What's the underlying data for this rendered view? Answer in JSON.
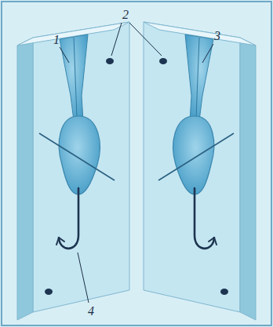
{
  "diagram": {
    "labels": [
      "1",
      "2",
      "3",
      "4"
    ]
  }
}
